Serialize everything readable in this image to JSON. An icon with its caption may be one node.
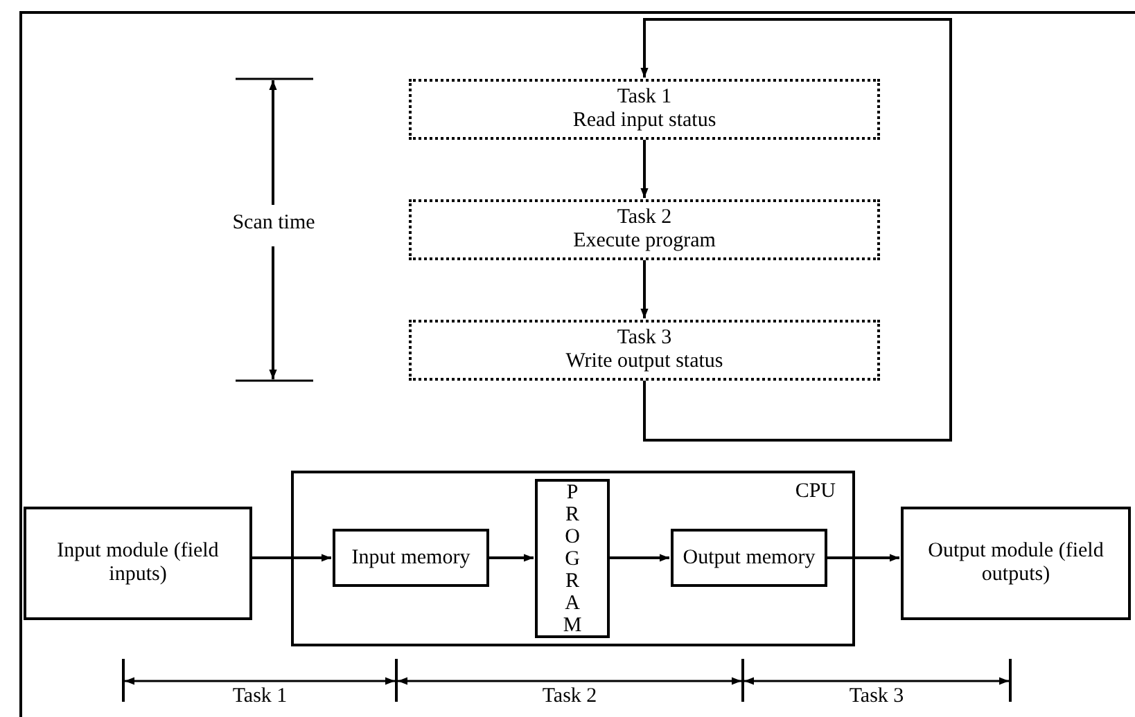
{
  "diagram": {
    "nodes": [
      {
        "text": [
          "Task 1",
          "Read input status"
        ]
      },
      {
        "text": [
          "Task 2",
          "Execute program"
        ]
      },
      {
        "text": [
          "Task 3",
          "Write output status"
        ]
      },
      {
        "text": [
          "Input module (field inputs)"
        ]
      },
      {
        "text": [
          "CPU"
        ]
      },
      {
        "text": [
          "Input memory"
        ],
        "in": 4
      },
      {
        "text": [
          "PROGRAM"
        ],
        "in": 4
      },
      {
        "text": [
          "Output memory"
        ],
        "in": 4
      },
      {
        "text": [
          "Output module (field outputs)"
        ]
      }
    ],
    "edges": [
      {
        "from": 0,
        "to": 1,
        "arrow": "to"
      },
      {
        "from": 1,
        "to": 2,
        "arrow": "to"
      },
      {
        "from": 2,
        "to": 0,
        "arrow": "to"
      },
      {
        "from": 3,
        "to": 5,
        "arrow": "to"
      },
      {
        "from": 5,
        "to": 6,
        "arrow": "to"
      },
      {
        "from": 6,
        "to": 7,
        "arrow": "to"
      },
      {
        "from": 7,
        "to": 8,
        "arrow": "to"
      }
    ],
    "labels": [
      "Scan time",
      "Task 1",
      "Task 2",
      "Task 3"
    ]
  }
}
